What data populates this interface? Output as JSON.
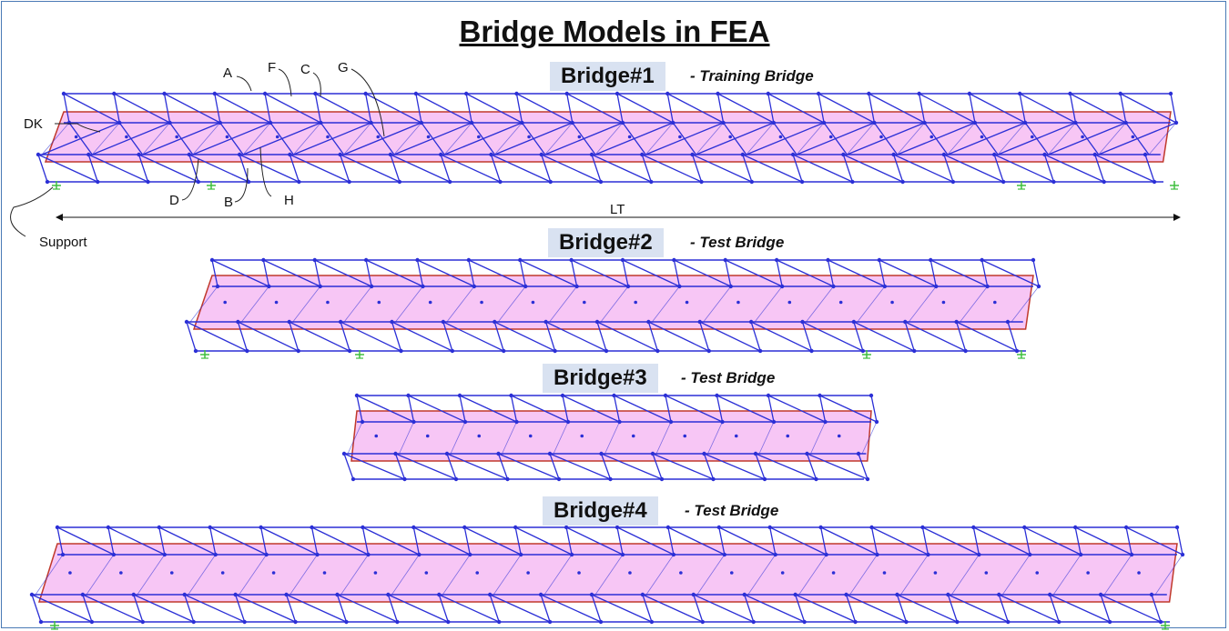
{
  "title": "Bridge Models in FEA",
  "bridges": [
    {
      "label": "Bridge#1",
      "subtitle": "- Training Bridge",
      "bays": 22
    },
    {
      "label": "Bridge#2",
      "subtitle": "- Test Bridge",
      "bays": 16
    },
    {
      "label": "Bridge#3",
      "subtitle": "- Test Bridge",
      "bays": 10
    },
    {
      "label": "Bridge#4",
      "subtitle": "- Test Bridge",
      "bays": 22
    }
  ],
  "callouts": {
    "a": "A",
    "f": "F",
    "c": "C",
    "g": "G",
    "dk": "DK",
    "d": "D",
    "b": "B",
    "h": "H",
    "support": "Support",
    "lt": "LT"
  },
  "colors": {
    "truss": "#2b2fd6",
    "deck": "#f2a8ef",
    "deck_edge": "#c0392b",
    "frame": "#4a7ab5",
    "label_bg": "#d9e2f1",
    "support": "#3fbf3f"
  }
}
